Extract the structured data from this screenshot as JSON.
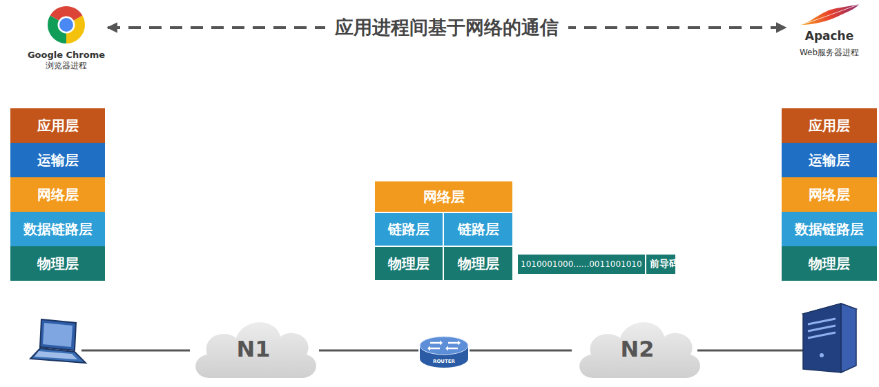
{
  "diagram": {
    "nodes": [
      {
        "text": [
          "Google Chrome",
          "浏览器进程"
        ]
      },
      {
        "text": [
          "Apache",
          "Web服务器进程"
        ]
      },
      {
        "text": [
          "应用层"
        ]
      },
      {
        "text": [
          "运输层"
        ]
      },
      {
        "text": [
          "网络层"
        ]
      },
      {
        "text": [
          "数据链路层"
        ]
      },
      {
        "text": [
          "物理层"
        ]
      },
      {
        "text": [
          "网络层"
        ]
      },
      {
        "text": [
          "链路层"
        ]
      },
      {
        "text": [
          "链路层"
        ]
      },
      {
        "text": [
          "物理层"
        ]
      },
      {
        "text": [
          "物理层"
        ]
      },
      {
        "text": [
          "1010001000......0011001010",
          "前导码"
        ]
      },
      {
        "text": [
          "应用层"
        ]
      },
      {
        "text": [
          "运输层"
        ]
      },
      {
        "text": [
          "网络层"
        ]
      },
      {
        "text": [
          "数据链路层"
        ]
      },
      {
        "text": [
          "物理层"
        ]
      },
      {
        "text": [
          "N1"
        ]
      },
      {
        "text": [
          "ROUTER"
        ]
      },
      {
        "text": [
          "N2"
        ]
      }
    ],
    "edges": [
      {
        "from": 0,
        "to": 1,
        "arrow": "both",
        "label": "应用进程间基于网络的通信"
      },
      {
        "from": 18,
        "to": 19,
        "arrow": "none"
      },
      {
        "from": 19,
        "to": 20,
        "arrow": "none"
      }
    ]
  }
}
